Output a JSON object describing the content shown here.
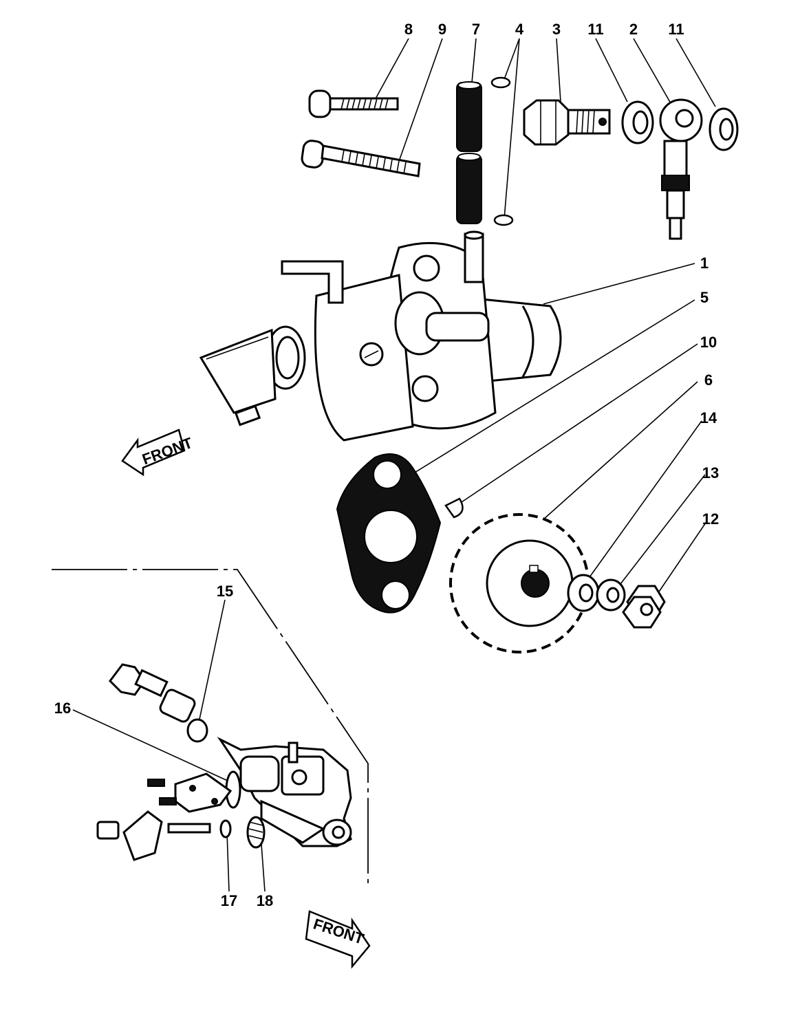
{
  "callouts": {
    "c8": "8",
    "c9": "9",
    "c7": "7",
    "c4": "4",
    "c3": "3",
    "c11a": "11",
    "c2": "2",
    "c11b": "11",
    "c1": "1",
    "c5": "5",
    "c10": "10",
    "c6": "6",
    "c14": "14",
    "c13": "13",
    "c12": "12",
    "c15": "15",
    "c16": "16",
    "c17": "17",
    "c18": "18"
  },
  "front_arrows": {
    "upper": "FRONT",
    "lower": "FRONT"
  }
}
